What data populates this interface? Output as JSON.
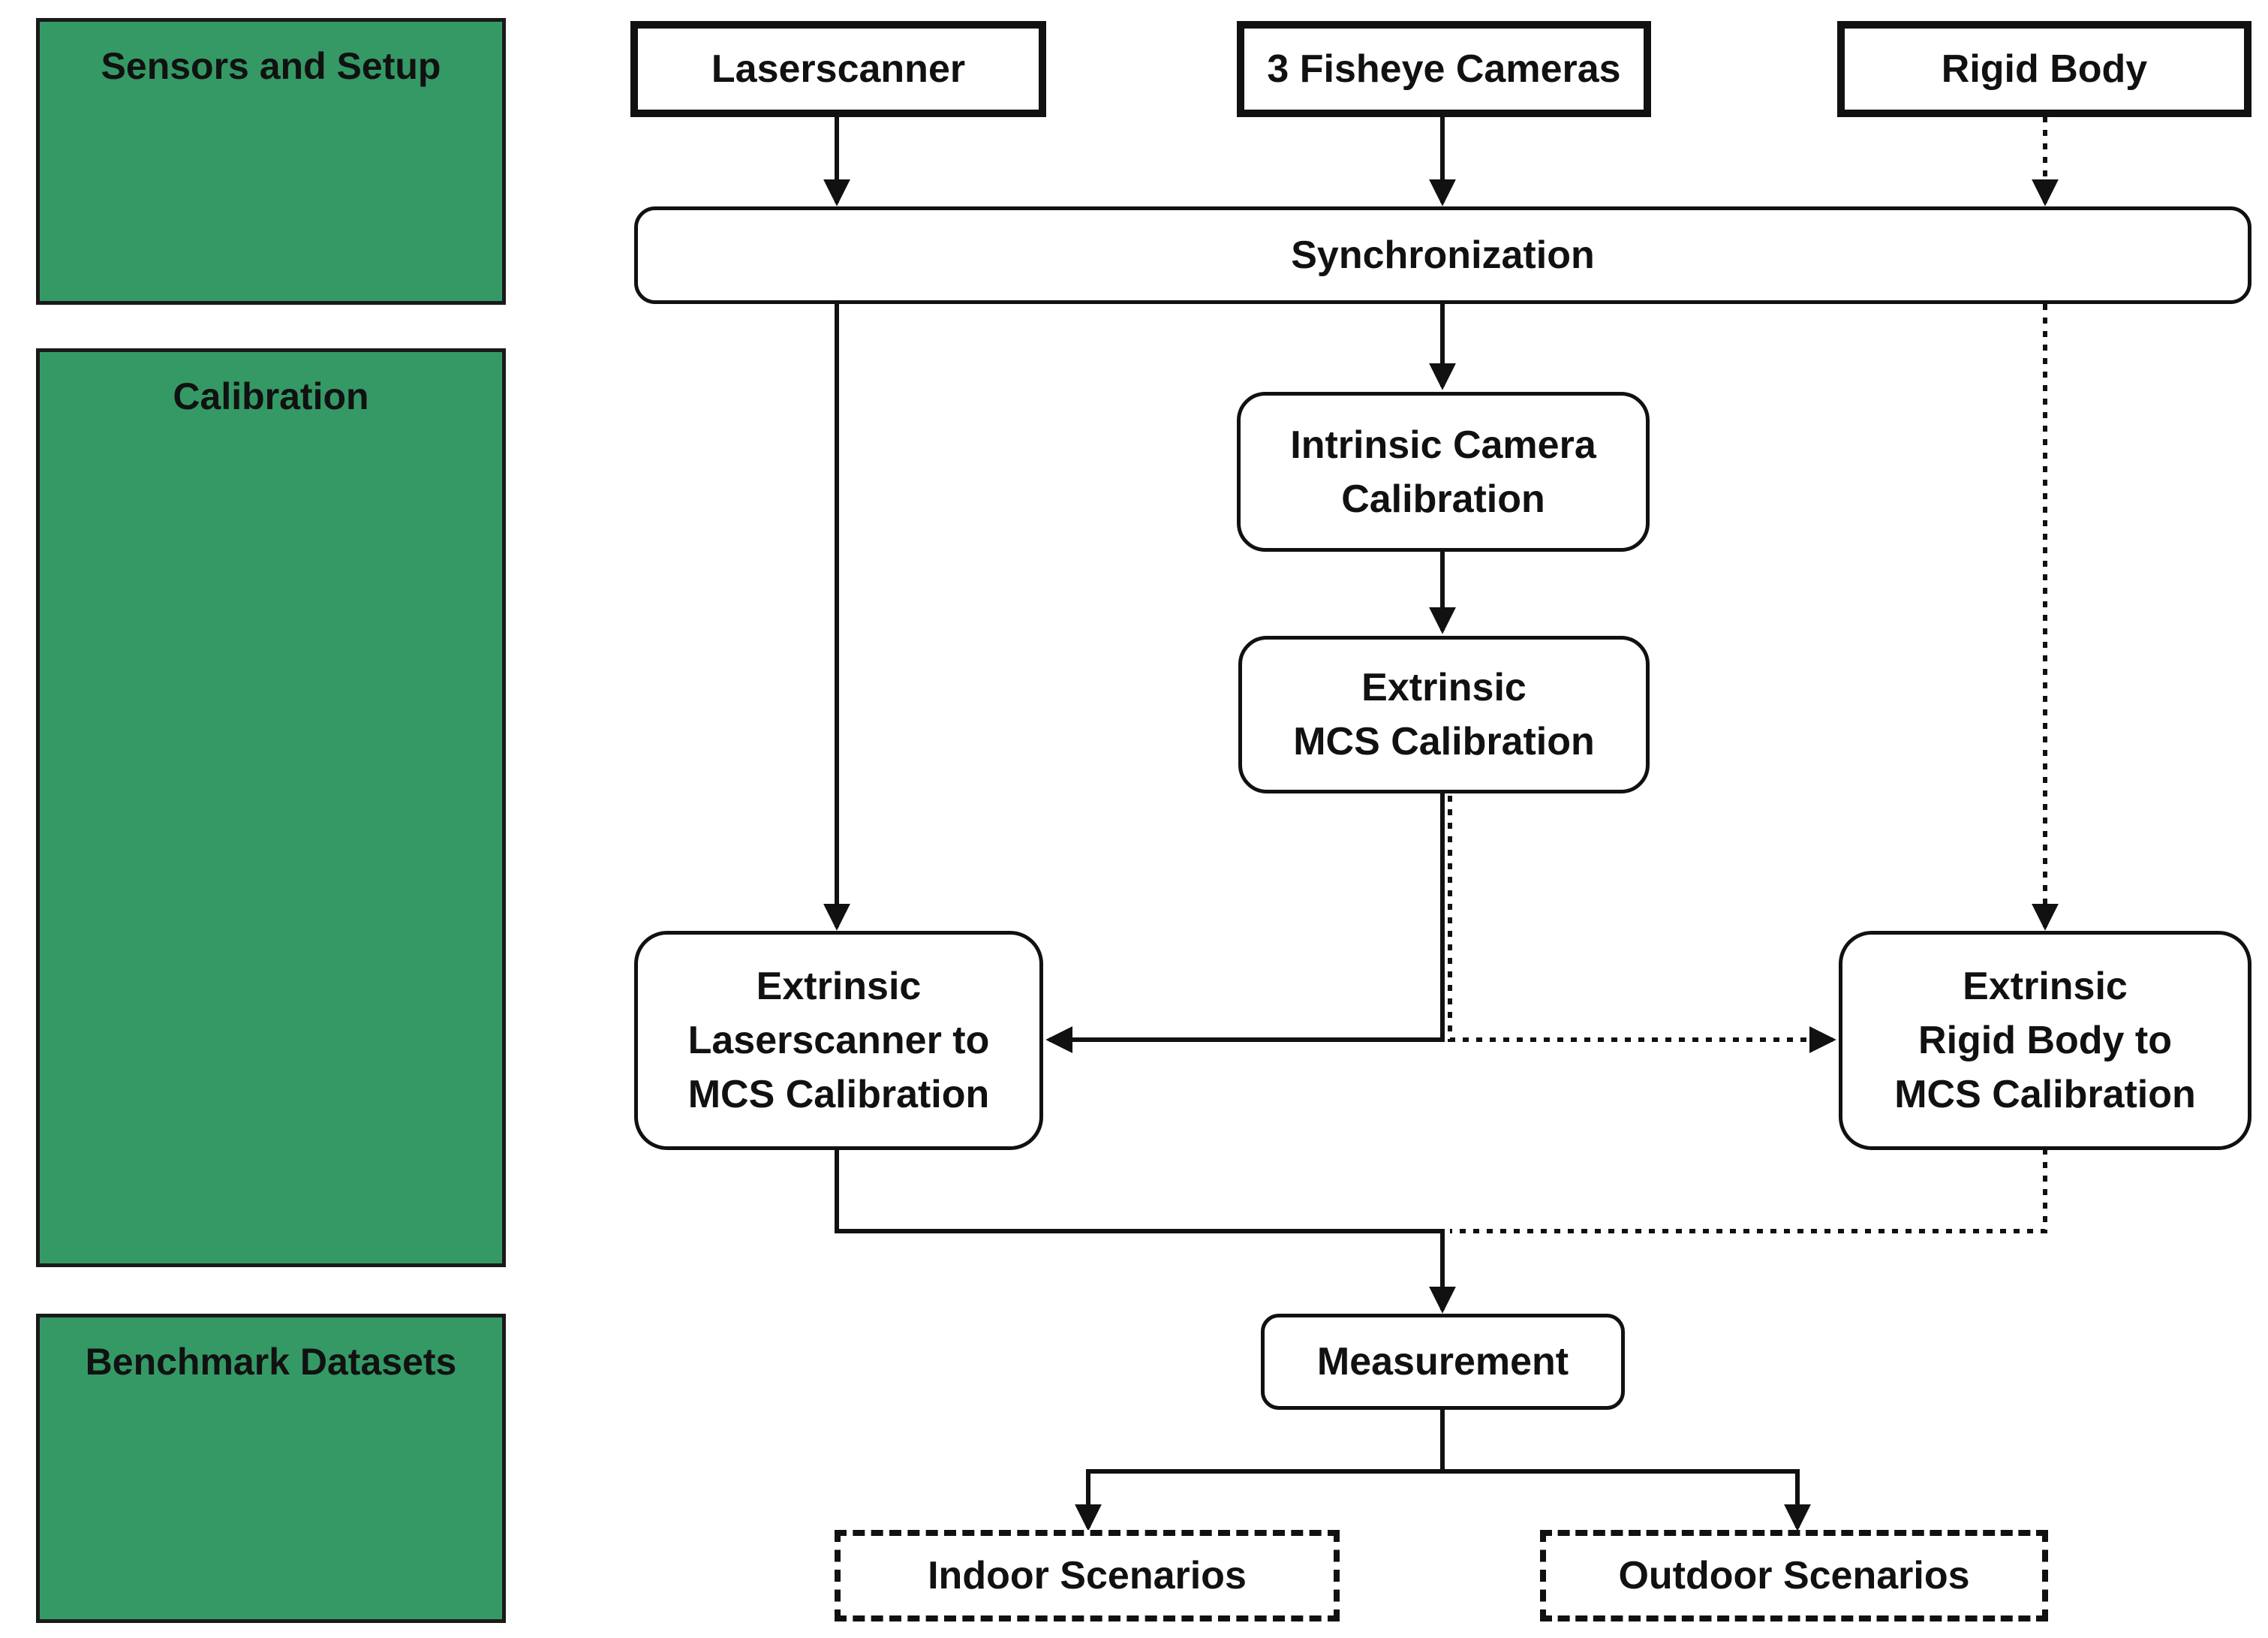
{
  "phases": [
    {
      "id": "sensors",
      "label": "Sensors and Setup"
    },
    {
      "id": "calibration",
      "label": "Calibration"
    },
    {
      "id": "benchmark",
      "label": "Benchmark Datasets"
    }
  ],
  "nodes": {
    "laserscanner": "Laserscanner",
    "fisheye": "3 Fisheye Cameras",
    "rigid_body": "Rigid Body",
    "synchronization": "Synchronization",
    "intrinsic": [
      "Intrinsic Camera",
      "Calibration"
    ],
    "extrinsic_mcs": [
      "Extrinsic",
      "MCS Calibration"
    ],
    "extrinsic_laser": [
      "Extrinsic",
      "Laserscanner to",
      "MCS Calibration"
    ],
    "extrinsic_rigid": [
      "Extrinsic",
      "Rigid Body to",
      "MCS Calibration"
    ],
    "measurement": "Measurement",
    "indoor": "Indoor Scenarios",
    "outdoor": "Outdoor Scenarios"
  },
  "edges": [
    {
      "from": "laserscanner",
      "to": "synchronization",
      "style": "solid"
    },
    {
      "from": "fisheye",
      "to": "synchronization",
      "style": "solid"
    },
    {
      "from": "rigid_body",
      "to": "synchronization",
      "style": "dotted"
    },
    {
      "from": "synchronization",
      "to": "intrinsic",
      "style": "solid"
    },
    {
      "from": "intrinsic",
      "to": "extrinsic_mcs",
      "style": "solid"
    },
    {
      "from": "synchronization",
      "to": "extrinsic_laser",
      "style": "solid"
    },
    {
      "from": "synchronization",
      "to": "extrinsic_rigid",
      "style": "dotted"
    },
    {
      "from": "extrinsic_mcs",
      "to": "extrinsic_laser",
      "style": "solid"
    },
    {
      "from": "extrinsic_mcs",
      "to": "extrinsic_rigid",
      "style": "dotted"
    },
    {
      "from": "extrinsic_laser",
      "to": "measurement",
      "style": "solid"
    },
    {
      "from": "extrinsic_rigid",
      "to": "measurement",
      "style": "dotted"
    },
    {
      "from": "measurement",
      "to": "indoor",
      "style": "solid"
    },
    {
      "from": "measurement",
      "to": "outdoor",
      "style": "solid"
    }
  ]
}
